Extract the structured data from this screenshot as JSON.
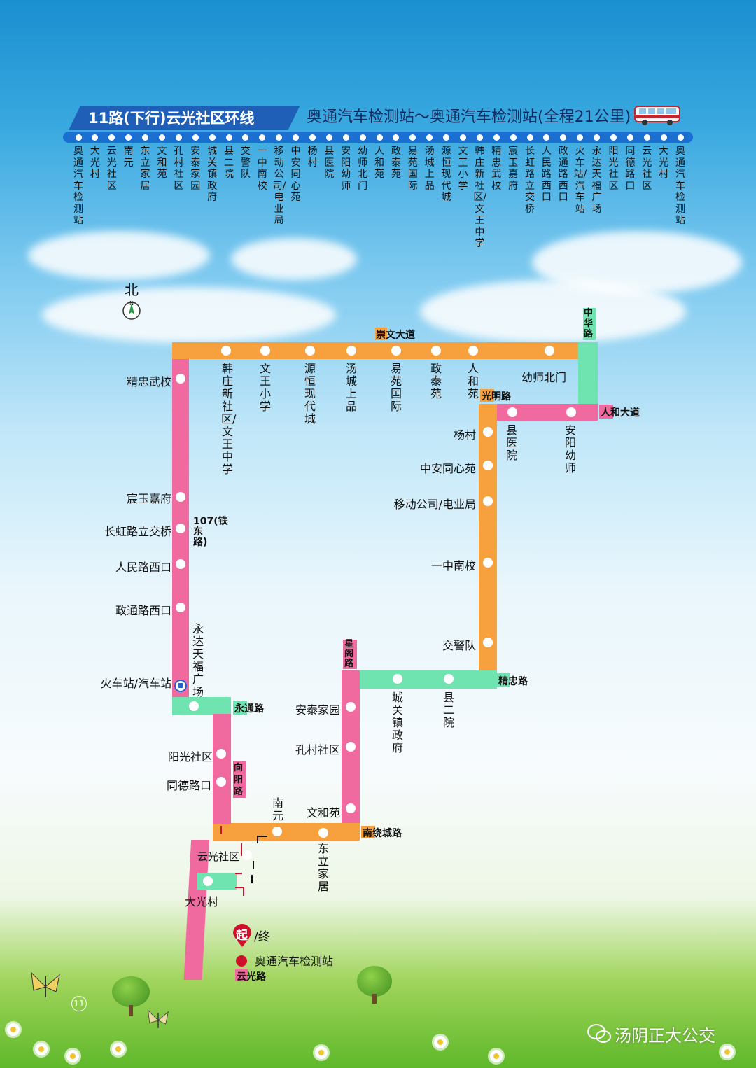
{
  "title": {
    "route": "11路(下行)云光社区环线",
    "range": "奥通汽车检测站～奥通汽车检测站(全程21公里)"
  },
  "colors": {
    "title_bar": "#1f5fb8",
    "strip": "#1a6fd0",
    "orange": "#f7a13e",
    "pink": "#f06aa0",
    "green": "#6fe3b0"
  },
  "strip_stops": [
    "奥通汽车检测站",
    "大光村",
    "云光社区",
    "南元",
    "东立家居",
    "文和苑",
    "孔村社区",
    "安泰家园",
    "城关镇政府",
    "县二院",
    "交警队",
    "一中南校",
    "移动公司/电业局",
    "中安同心苑",
    "杨村",
    "县医院",
    "安阳幼师",
    "幼师北门",
    "人和苑",
    "政泰苑",
    "易苑国际",
    "汤城上品",
    "源恒现代城",
    "文王小学",
    "韩庄新社区/文王中学",
    "精忠武校",
    "宸玉嘉府",
    "长虹路立交桥",
    "人民路西口",
    "政通路西口",
    "火车站/汽车站",
    "永达天福广场",
    "阳光社区",
    "同德路口",
    "云光社区",
    "大光村",
    "奥通汽车检测站"
  ],
  "compass": {
    "label": "北",
    "letter": "N"
  },
  "roads": {
    "chongwen": [
      "崇",
      "文大道"
    ],
    "zhonghua": "中华路",
    "guangming": [
      "光",
      "明路"
    ],
    "renhe": [
      "人",
      "和大道"
    ],
    "r107": "107(铁东路)",
    "jingzhong": [
      "精",
      "忠路"
    ],
    "xingjian": "星阁路",
    "yongtong": [
      "永",
      "通路"
    ],
    "xiangyang": "向阳路",
    "nanrao": [
      "南",
      "绕城路"
    ],
    "yunguang": [
      "云",
      "光路"
    ]
  },
  "map_stops": {
    "jingzhong_wuxiao": "精忠武校",
    "hanzhuang": "韩庄新社区/文王中学",
    "wenwang": "文王小学",
    "yuanheng": "源恒现代城",
    "tangcheng": "汤城上品",
    "yiyuan": "易苑国际",
    "zhengtai": "政泰苑",
    "renhe_yuan": "人和苑",
    "youshi_beimen": "幼师北门",
    "xian_yiyuan": "县医院",
    "anyang_youshi": "安阳幼师",
    "yangcun": "杨村",
    "zhongan": "中安同心苑",
    "yidong": "移动公司/电业局",
    "yizhong": "一中南校",
    "jiaojing": "交警队",
    "chengguan": "城关镇政府",
    "xian_eryuan": "县二院",
    "antai": "安泰家园",
    "kongcun": "孔村社区",
    "wenhe": "文和苑",
    "nanyuan": "南元",
    "dongli": "东立家居",
    "yuguang_sq": "云光社区",
    "daguang": "大光村",
    "chenyu": "宸玉嘉府",
    "changhong": "长虹路立交桥",
    "renmin": "人民路西口",
    "zhengtong": "政通路西口",
    "huoche": "火车站/汽车站",
    "yongda": "永达天福广场",
    "yangguang": "阳光社区",
    "tongde": "同德路口",
    "aotong": "奥通汽车检测站"
  },
  "start_end": {
    "start": "起",
    "end": "终"
  },
  "page_number": "11",
  "watermark": "汤阴正大公交"
}
